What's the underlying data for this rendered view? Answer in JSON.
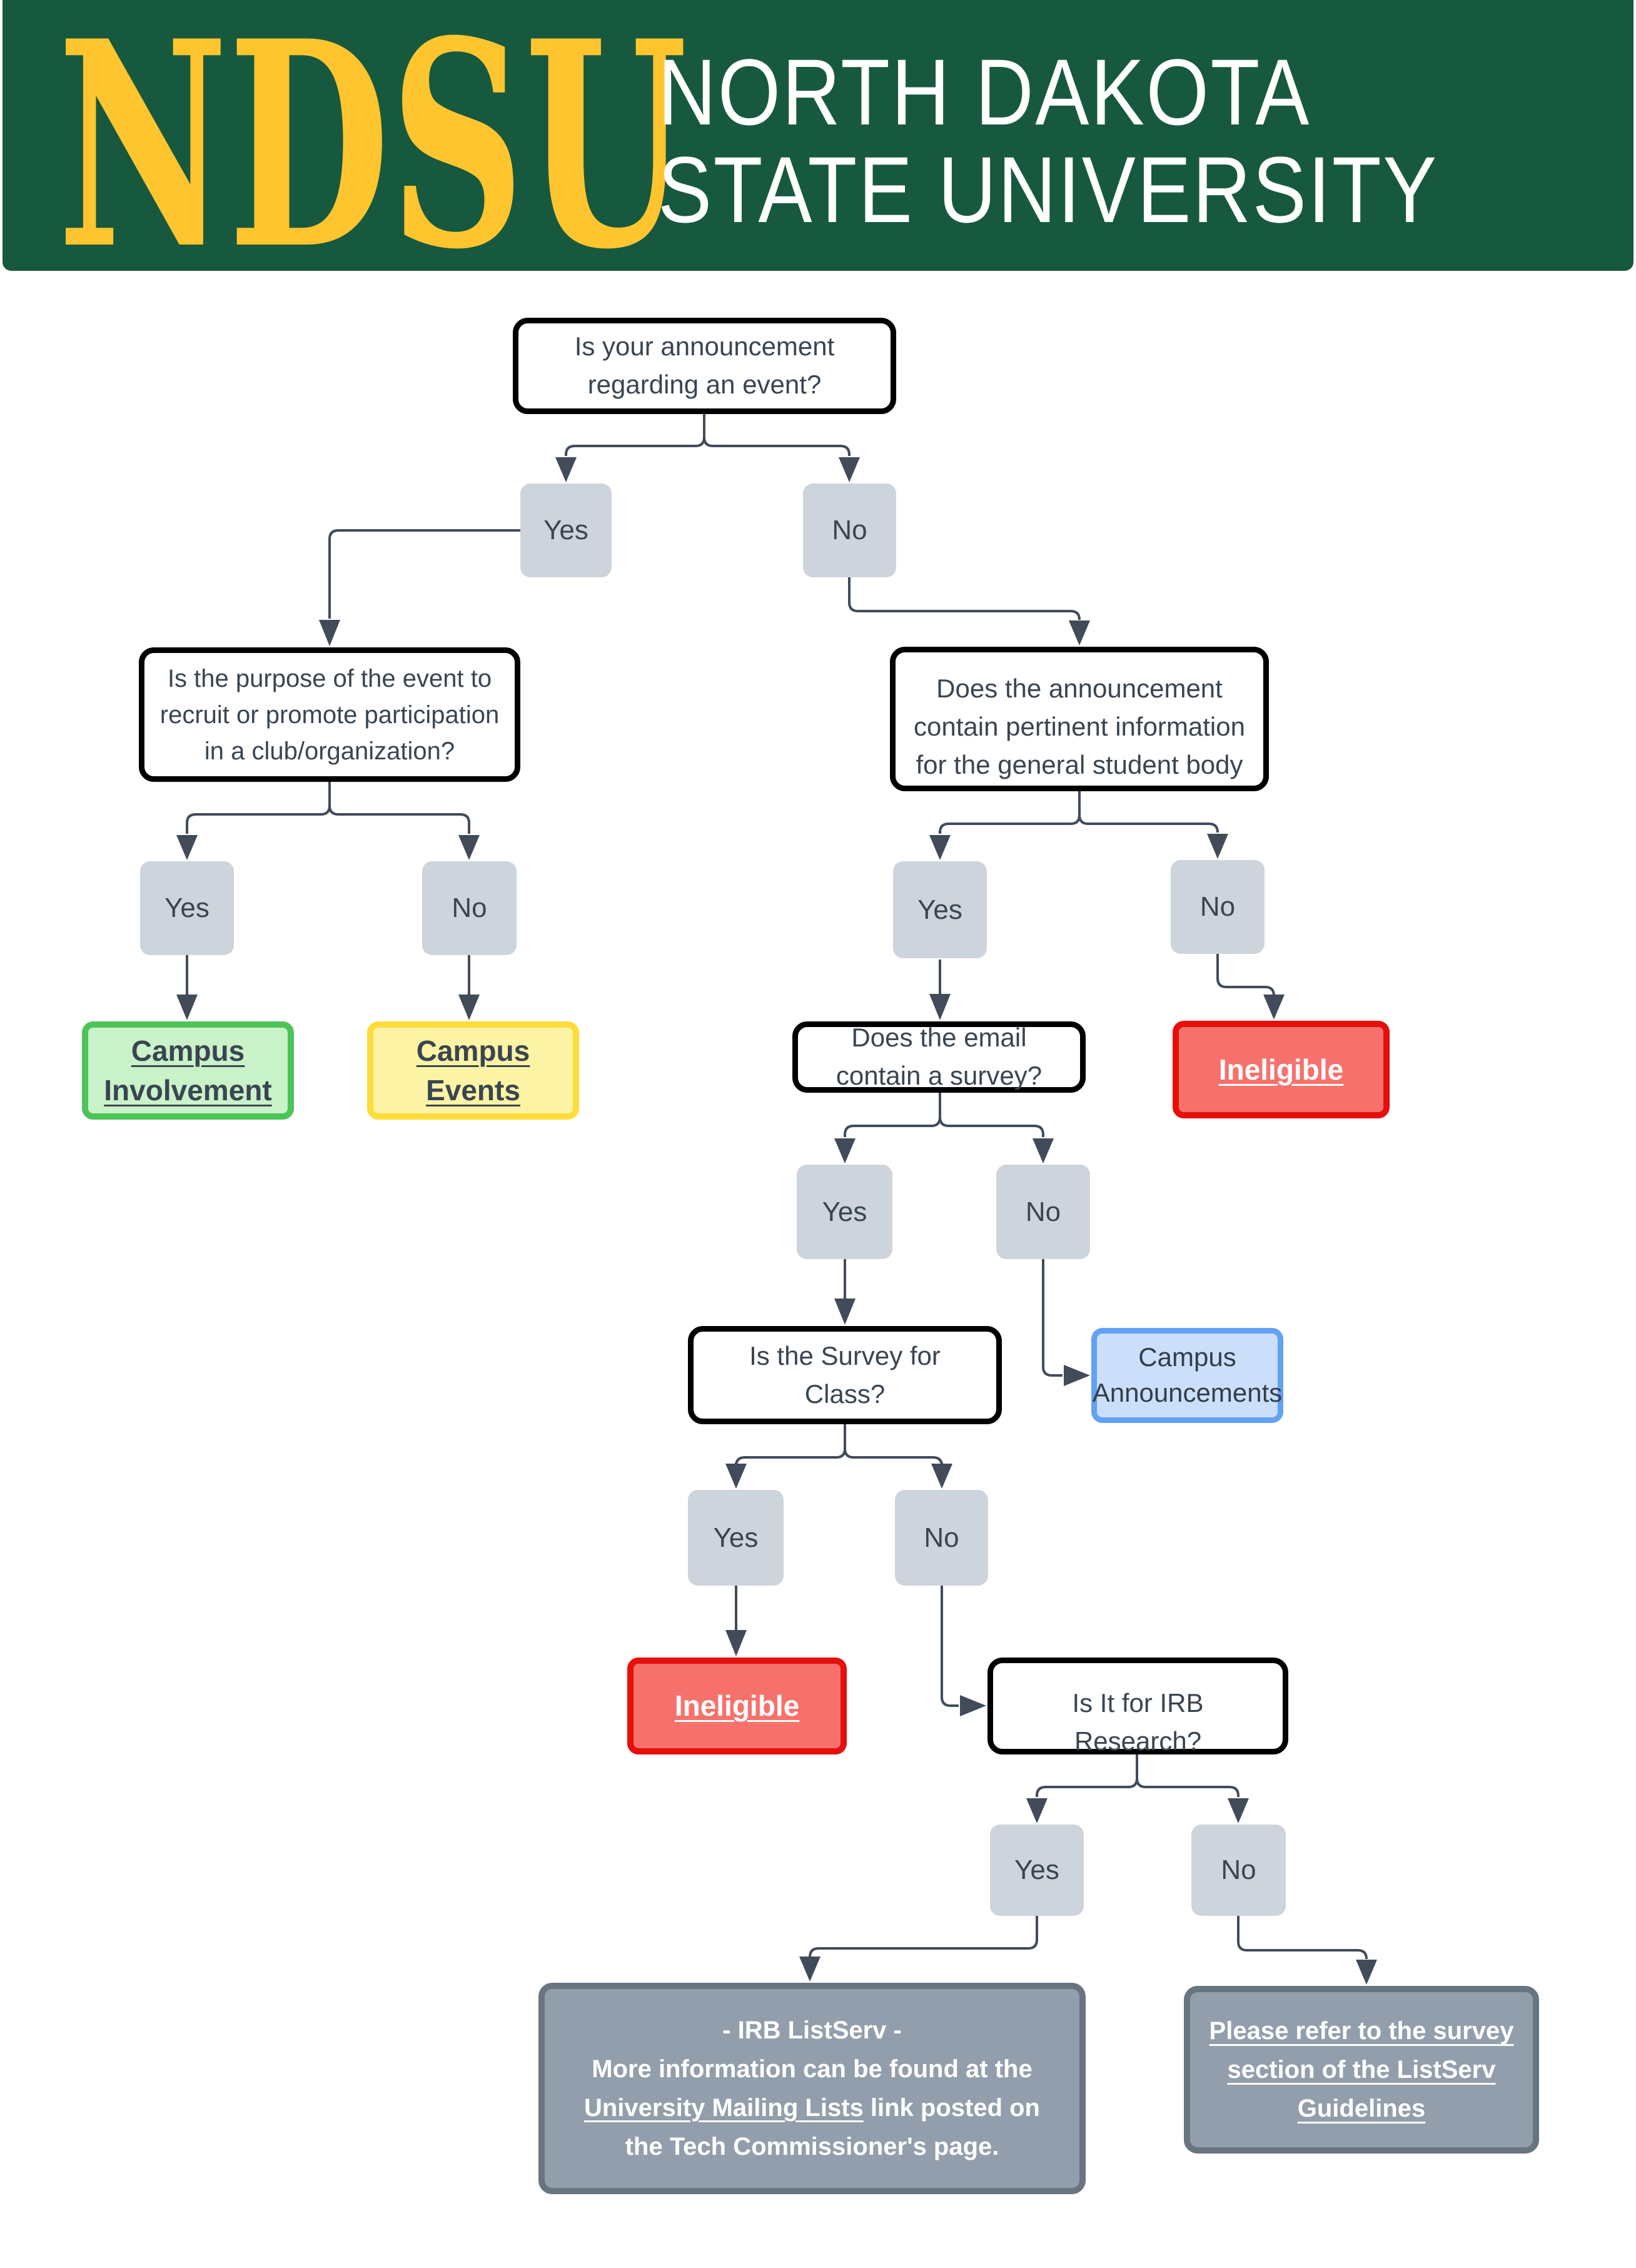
{
  "header": {
    "brand": {
      "acronym": "NDSU",
      "line1": "NORTH DAKOTA",
      "line2": "STATE UNIVERSITY"
    }
  },
  "flow": {
    "answers": {
      "yes": "Yes",
      "no": "No"
    },
    "questions": {
      "event": "Is your announcement regarding an event?",
      "club": "Is the purpose of the event to recruit or promote participation in a club/organization?",
      "pertinent": "Does the announcement contain pertinent information for the general student body",
      "survey": "Does the email contain a survey?",
      "class": "Is the Survey for Class?",
      "irb": "Is It for IRB Research?"
    },
    "outcomes": {
      "involvement": {
        "label": "Campus Involvement"
      },
      "events": {
        "label": "Campus Events"
      },
      "ineligible": {
        "label": "Ineligible"
      },
      "announcements": {
        "label": "Campus Announcements"
      },
      "irb_listserv": {
        "title": "-  IRB ListServ -",
        "before_link": "More information can be found at the ",
        "link_label": "University Mailing Lists",
        "after_link": " link posted on the Tech Commissioner's page."
      },
      "guidelines": {
        "label": "Please refer to the survey section of the ListServ Guidelines"
      }
    },
    "colors": {
      "banner_green": "#17593F",
      "brand_gold": "#FEC52E",
      "chip_gray": "#CDD4DB",
      "involvement_fill": "#C9F2C9",
      "involvement_border": "#4CC457",
      "events_fill": "#FCF3A5",
      "events_border": "#FEDD3B",
      "ineligible_fill": "#F7716C",
      "ineligible_border": "#E5100B",
      "announcements_fill": "#CBDFFB",
      "announcements_border": "#62A1F4",
      "terminal_fill": "#929EAB",
      "terminal_border": "#68747F",
      "connector": "#414B5A",
      "text": "#3A4551"
    }
  }
}
